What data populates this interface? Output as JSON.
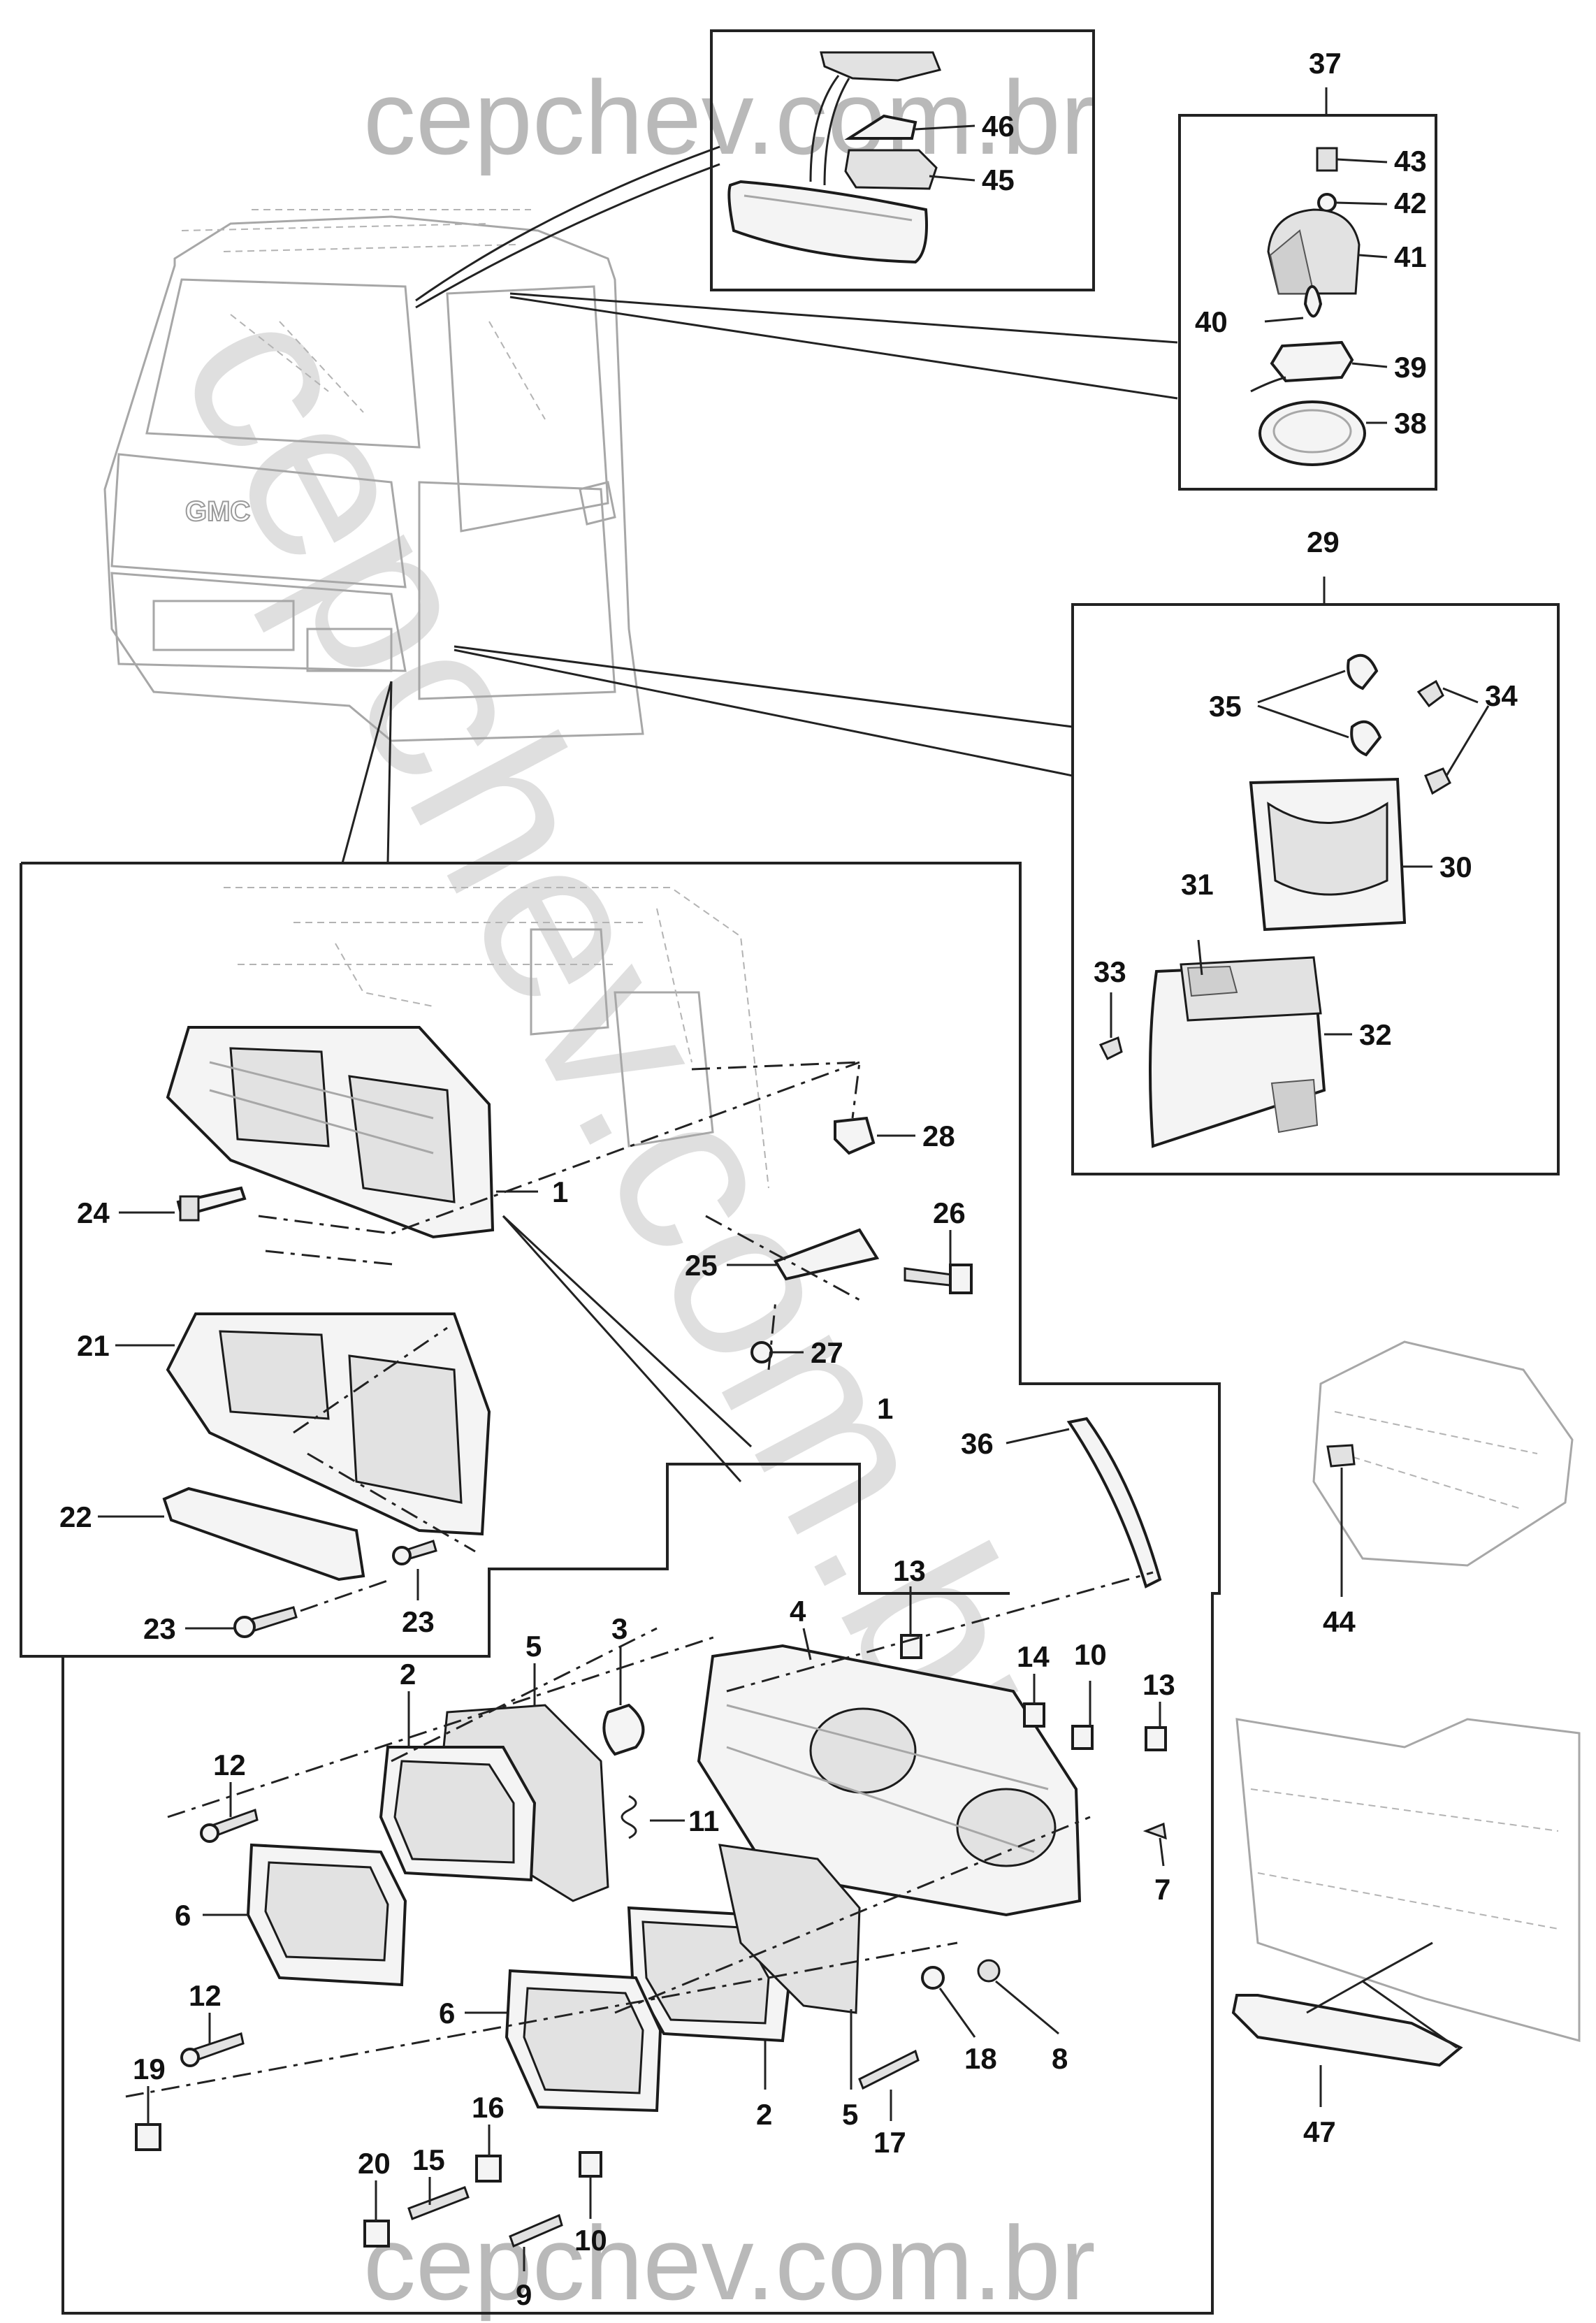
{
  "watermarks": {
    "top": "cepchev.com.br",
    "bottom": "cepchev.com.br",
    "diagonal": "cepchev.com.br"
  },
  "cab": {
    "badge": "GMC"
  },
  "callouts": {
    "c1a": "1",
    "c1b": "1",
    "c2a": "2",
    "c2b": "2",
    "c3": "3",
    "c4": "4",
    "c5a": "5",
    "c5b": "5",
    "c6a": "6",
    "c6b": "6",
    "c7": "7",
    "c8": "8",
    "c9": "9",
    "c10a": "10",
    "c10b": "10",
    "c11": "11",
    "c12a": "12",
    "c12b": "12",
    "c13a": "13",
    "c13b": "13",
    "c14": "14",
    "c15": "15",
    "c16": "16",
    "c17": "17",
    "c18": "18",
    "c19": "19",
    "c20": "20",
    "c21": "21",
    "c22": "22",
    "c23a": "23",
    "c23b": "23",
    "c24": "24",
    "c25": "25",
    "c26": "26",
    "c27": "27",
    "c28": "28",
    "c29": "29",
    "c30": "30",
    "c31": "31",
    "c32": "32",
    "c33": "33",
    "c34": "34",
    "c35": "35",
    "c36": "36",
    "c37": "37",
    "c38": "38",
    "c39": "39",
    "c40": "40",
    "c41": "41",
    "c42": "42",
    "c43": "43",
    "c44": "44",
    "c45": "45",
    "c46": "46",
    "c47": "47"
  }
}
